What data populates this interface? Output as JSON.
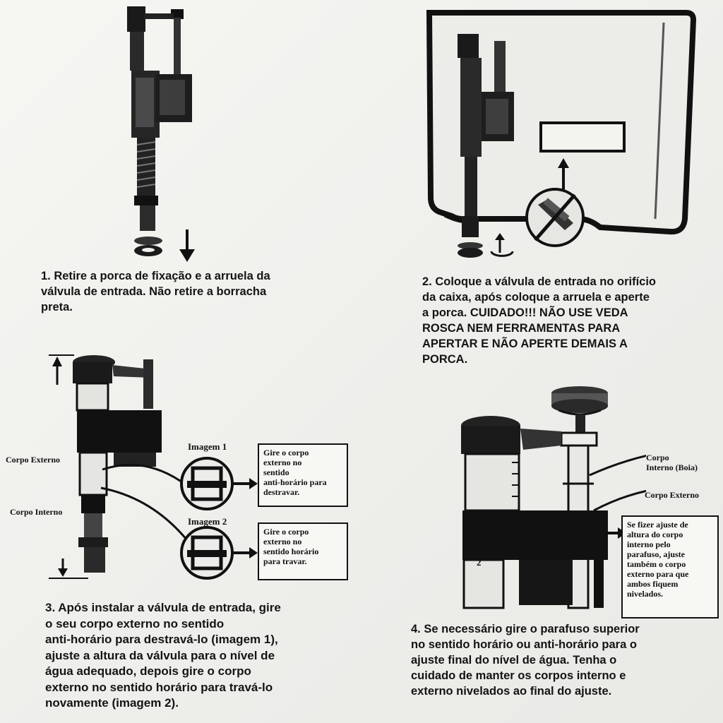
{
  "step1": {
    "caption": "1. Retire a porca de fixação e a arruela da\nválvula de entrada. Não retire a borracha\npreta."
  },
  "step2": {
    "caption": "2. Coloque a válvula de entrada no orifício\nda caixa, após coloque a arruela e aperte\na porca. CUIDADO!!! NÃO USE VEDA\nROSCA  NEM FERRAMENTAS PARA\nAPERTAR E NÃO APERTE DEMAIS A\nPORCA."
  },
  "step3": {
    "label_outer": "Corpo Externo",
    "label_inner": "Corpo Interno",
    "image1_title": "Imagem 1",
    "image2_title": "Imagem 2",
    "image1_note": "Gire o corpo\nexterno no\nsentido\nanti-horário para\ndestravar.",
    "image2_note": "Gire o corpo\nexterno no\nsentido horário\npara travar.",
    "caption": "3. Após instalar a válvula de entrada, gire\no seu corpo externo no sentido\nanti-horário para destravá-lo (imagem 1),\najuste a altura da válvula para o nível de\nágua adequado, depois gire o corpo\nexterno no sentido horário para travá-lo\nnovamente (imagem 2)."
  },
  "step4": {
    "label_inner_float": "Corpo\nInterno (Boia)",
    "label_outer": "Corpo Externo",
    "scale_mark": "2",
    "note": "Se fizer ajuste de\naltura do corpo\ninterno pelo\nparafuso, ajuste\ntambém o corpo\nexterno para que\nambos fiquem\nnivelados.",
    "caption": "4. Se necessário gire o parafuso superior\nno sentido horário ou anti-horário para o\najuste  final do nível de água. Tenha o\ncuidado de manter os corpos interno e\nexterno nivelados ao final do ajuste."
  }
}
